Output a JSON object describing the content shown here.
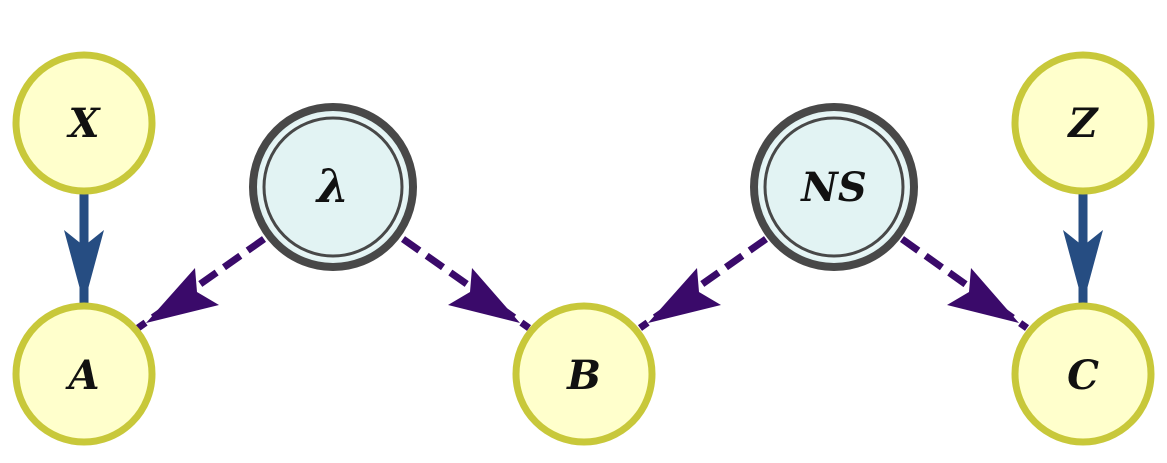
{
  "diagram": {
    "colors": {
      "observed_fill": "#ffffcc",
      "observed_stroke": "#c8c83a",
      "latent_fill": "#e2f3f3",
      "latent_stroke": "#484848",
      "latent_inner_ring": "#e8f6f6",
      "solid_edge": "#264d82",
      "dashed_edge": "#3a0a6a",
      "background": "#ffffff"
    },
    "nodes": [
      {
        "id": "X",
        "label": "X",
        "kind": "observed"
      },
      {
        "id": "A",
        "label": "A",
        "kind": "observed"
      },
      {
        "id": "lambda",
        "label": "λ",
        "kind": "latent"
      },
      {
        "id": "B",
        "label": "B",
        "kind": "observed"
      },
      {
        "id": "NS",
        "label": "NS",
        "kind": "latent"
      },
      {
        "id": "Z",
        "label": "Z",
        "kind": "observed"
      },
      {
        "id": "C",
        "label": "C",
        "kind": "observed"
      }
    ],
    "edges": [
      {
        "from": "X",
        "to": "A",
        "style": "solid"
      },
      {
        "from": "lambda",
        "to": "A",
        "style": "dashed"
      },
      {
        "from": "lambda",
        "to": "B",
        "style": "dashed"
      },
      {
        "from": "NS",
        "to": "B",
        "style": "dashed"
      },
      {
        "from": "NS",
        "to": "C",
        "style": "dashed"
      },
      {
        "from": "Z",
        "to": "C",
        "style": "solid"
      }
    ]
  }
}
